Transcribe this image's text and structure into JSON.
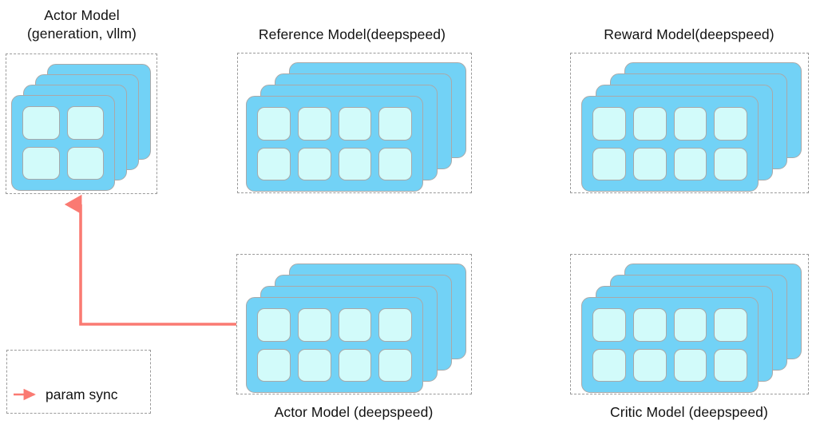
{
  "diagram": {
    "title_color": "#111111",
    "accent_arrow_color": "#fa7a72",
    "card_fill": "#72d2f6",
    "chip_fill": "#d2fbfa",
    "card_border": "#a9a9a9",
    "dash_border": "#9a9a9a"
  },
  "nodes": [
    {
      "id": "actor-vllm",
      "caption": "Actor Model\n(generation, vllm)",
      "caption_position": "top",
      "grid": "2x2",
      "chips": 4,
      "stack_depth": 4
    },
    {
      "id": "reference-model",
      "caption": "Reference Model(deepspeed)",
      "caption_position": "top",
      "grid": "4x2",
      "chips": 8,
      "stack_depth": 4
    },
    {
      "id": "reward-model",
      "caption": "Reward Model(deepspeed)",
      "caption_position": "top",
      "grid": "4x2",
      "chips": 8,
      "stack_depth": 4
    },
    {
      "id": "actor-deepspeed",
      "caption": "Actor Model (deepspeed)",
      "caption_position": "bottom",
      "grid": "4x2",
      "chips": 8,
      "stack_depth": 4
    },
    {
      "id": "critic-model",
      "caption": "Critic Model (deepspeed)",
      "caption_position": "bottom",
      "grid": "4x2",
      "chips": 8,
      "stack_depth": 4
    }
  ],
  "edges": [
    {
      "id": "param-sync-edge",
      "from": "actor-deepspeed",
      "to": "actor-vllm",
      "label": "param sync",
      "color": "#fa7a72"
    }
  ],
  "legend": {
    "label": "param sync",
    "color": "#fa7a72"
  }
}
